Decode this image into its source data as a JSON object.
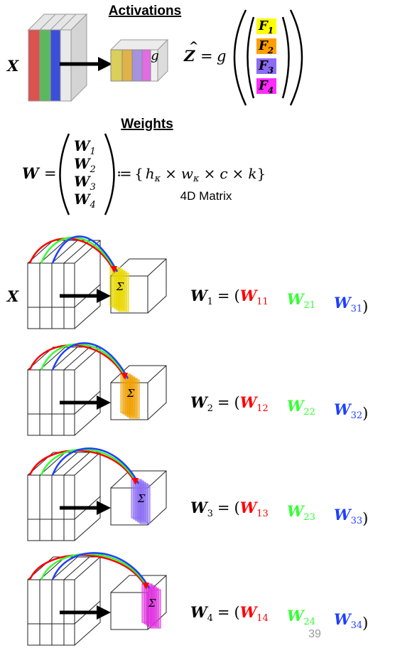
{
  "activations": {
    "heading": "Activations",
    "input_label": "X",
    "g_label": "g",
    "zhat": "Z",
    "equals": "=",
    "g": "g",
    "filters": [
      {
        "letter": "F",
        "sub": "1",
        "color": "#ffff00"
      },
      {
        "letter": "F",
        "sub": "2",
        "color": "#ff9f00"
      },
      {
        "letter": "F",
        "sub": "3",
        "color": "#8c6cf4"
      },
      {
        "letter": "F",
        "sub": "4",
        "color": "#ff2cff"
      }
    ],
    "channel_colors": [
      "#d9534f",
      "#5cb85c",
      "#3b4fd8"
    ]
  },
  "weights": {
    "heading": "Weights",
    "lhs": "W",
    "equals": "=",
    "vector": [
      {
        "letter": "W",
        "sub": "1"
      },
      {
        "letter": "W",
        "sub": "2"
      },
      {
        "letter": "W",
        "sub": "3"
      },
      {
        "letter": "W",
        "sub": "4"
      }
    ],
    "assign": "≔",
    "set_open": "{",
    "h": "h",
    "w": "w",
    "kappa": "κ",
    "times": "×",
    "c": "c",
    "k": "k",
    "set_close": "}",
    "caption": "4D Matrix"
  },
  "rows": [
    {
      "input_label": "X",
      "lhs": "W",
      "lhs_sub": "1",
      "sum_symbol": "Σ",
      "filter_color": "#e8d800",
      "terms": [
        {
          "letter": "W",
          "sub": "11",
          "color": "#ff0000"
        },
        {
          "letter": "W",
          "sub": "21",
          "color": "#33ff33"
        },
        {
          "letter": "W",
          "sub": "31",
          "color": "#1f3fff"
        }
      ]
    },
    {
      "input_label": "",
      "lhs": "W",
      "lhs_sub": "2",
      "sum_symbol": "Σ",
      "filter_color": "#f0a000",
      "terms": [
        {
          "letter": "W",
          "sub": "12",
          "color": "#ff0000"
        },
        {
          "letter": "W",
          "sub": "22",
          "color": "#33ff33"
        },
        {
          "letter": "W",
          "sub": "32",
          "color": "#1f3fff"
        }
      ]
    },
    {
      "input_label": "",
      "lhs": "W",
      "lhs_sub": "3",
      "sum_symbol": "Σ",
      "filter_color": "#8c6cf4",
      "terms": [
        {
          "letter": "W",
          "sub": "13",
          "color": "#ff0000"
        },
        {
          "letter": "W",
          "sub": "23",
          "color": "#33ff33"
        },
        {
          "letter": "W",
          "sub": "33",
          "color": "#1f3fff"
        }
      ]
    },
    {
      "input_label": "",
      "lhs": "W",
      "lhs_sub": "4",
      "sum_symbol": "Σ",
      "filter_color": "#e030e0",
      "terms": [
        {
          "letter": "W",
          "sub": "14",
          "color": "#ff0000"
        },
        {
          "letter": "W",
          "sub": "24",
          "color": "#33ff33"
        },
        {
          "letter": "W",
          "sub": "34",
          "color": "#1f3fff"
        }
      ]
    }
  ],
  "equation_parts": {
    "equals": "=",
    "open": "(",
    "close": ")"
  },
  "page_number": "39"
}
